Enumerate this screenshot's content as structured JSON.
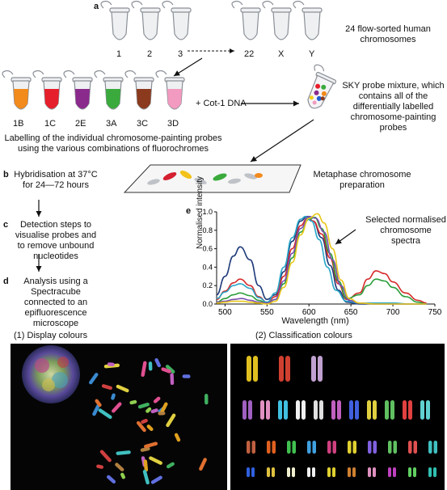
{
  "panel_labels": {
    "a": "a",
    "b": "b",
    "c": "c",
    "d": "d",
    "e": "e"
  },
  "tube_row_top": {
    "labels": [
      "1",
      "2",
      "3",
      "22",
      "X",
      "Y"
    ],
    "caption": "24 flow-sorted human chromosomes"
  },
  "tube_row_probes": {
    "labels": [
      "1B",
      "1C",
      "2E",
      "3A",
      "3C",
      "3D"
    ],
    "colors": [
      "#f28a1c",
      "#e51f2b",
      "#8a2a8c",
      "#3aaa3c",
      "#8b3a1e",
      "#f29ac0"
    ],
    "cot_label": "+ Cot-1 DNA",
    "caption": "Labelling of the individual chromosome-painting probes using the various combinations of fluorochromes"
  },
  "sky_mixture": {
    "caption": "SKY probe mixture, which contains all of the differentially labelled chromosome-painting probes"
  },
  "steps": {
    "b": "Hybridisation at 37°C for 24—72 hours",
    "c": "Detection steps to visualise probes and to remove unbound nucleotides",
    "d": "Analysis using a Spectracube connected to an epifluorescence microscope"
  },
  "metaphase": {
    "caption": "Metaphase chromosome preparation"
  },
  "chart_data": {
    "type": "line",
    "ylabel": "Normalised intensity",
    "xlabel": "Wavelength (nm)",
    "xlim": [
      490,
      750
    ],
    "ylim": [
      0,
      1.0
    ],
    "xticks": [
      500,
      550,
      600,
      650,
      700,
      750
    ],
    "yticks": [
      0,
      0.2,
      0.4,
      0.6,
      0.8,
      1.0
    ],
    "annotation": "Selected normalised chromosome spectra",
    "series": [
      {
        "color": "#1f3a7a",
        "x": [
          490,
          500,
          510,
          518,
          530,
          540,
          550,
          560,
          570,
          580,
          590,
          598,
          605,
          615,
          625,
          635,
          645,
          660,
          680,
          700,
          720,
          740
        ],
        "y": [
          0.1,
          0.3,
          0.52,
          0.62,
          0.48,
          0.2,
          0.05,
          0.1,
          0.35,
          0.68,
          0.9,
          0.95,
          0.9,
          0.72,
          0.42,
          0.15,
          0.02,
          0.0,
          0.0,
          0.0,
          0.0,
          0.0
        ]
      },
      {
        "color": "#d62a2a",
        "x": [
          490,
          500,
          510,
          518,
          530,
          540,
          550,
          560,
          570,
          580,
          590,
          598,
          605,
          615,
          625,
          635,
          645,
          660,
          670,
          680,
          690,
          700,
          715,
          730,
          740
        ],
        "y": [
          0.05,
          0.14,
          0.23,
          0.27,
          0.2,
          0.08,
          0.02,
          0.08,
          0.3,
          0.6,
          0.85,
          0.93,
          0.9,
          0.76,
          0.5,
          0.22,
          0.05,
          0.12,
          0.27,
          0.36,
          0.33,
          0.24,
          0.12,
          0.04,
          0.01
        ]
      },
      {
        "color": "#2a9d3a",
        "x": [
          490,
          500,
          510,
          518,
          530,
          540,
          550,
          560,
          570,
          580,
          590,
          600,
          607,
          615,
          625,
          635,
          645,
          660,
          670,
          680,
          690,
          700,
          715,
          730,
          740
        ],
        "y": [
          0.02,
          0.06,
          0.1,
          0.12,
          0.09,
          0.04,
          0.01,
          0.05,
          0.22,
          0.5,
          0.78,
          0.92,
          0.94,
          0.82,
          0.55,
          0.25,
          0.06,
          0.1,
          0.2,
          0.27,
          0.25,
          0.18,
          0.08,
          0.02,
          0.0
        ]
      },
      {
        "color": "#29a6c8",
        "x": [
          490,
          500,
          510,
          518,
          530,
          540,
          550,
          560,
          570,
          580,
          590,
          596,
          603,
          612,
          622,
          632,
          645,
          660,
          680,
          700,
          720,
          740
        ],
        "y": [
          0.06,
          0.13,
          0.2,
          0.22,
          0.17,
          0.07,
          0.02,
          0.12,
          0.4,
          0.72,
          0.92,
          0.95,
          0.9,
          0.7,
          0.4,
          0.15,
          0.03,
          0.01,
          0.01,
          0.01,
          0.0,
          0.0
        ]
      },
      {
        "color": "#7a4fb0",
        "x": [
          490,
          500,
          510,
          520,
          530,
          540,
          550,
          560,
          570,
          580,
          590,
          600,
          608,
          618,
          628,
          638,
          648,
          660,
          680,
          700,
          720,
          740
        ],
        "y": [
          0.02,
          0.03,
          0.05,
          0.06,
          0.04,
          0.02,
          0.01,
          0.05,
          0.25,
          0.55,
          0.82,
          0.95,
          0.93,
          0.78,
          0.48,
          0.2,
          0.04,
          0.01,
          0.0,
          0.0,
          0.0,
          0.0
        ]
      },
      {
        "color": "#e8c81a",
        "x": [
          490,
          500,
          510,
          520,
          530,
          540,
          550,
          560,
          570,
          580,
          590,
          600,
          610,
          618,
          628,
          638,
          648,
          660,
          680,
          700,
          720,
          740
        ],
        "y": [
          0.01,
          0.02,
          0.03,
          0.03,
          0.02,
          0.01,
          0.0,
          0.03,
          0.18,
          0.45,
          0.75,
          0.93,
          0.98,
          0.88,
          0.6,
          0.26,
          0.06,
          0.01,
          0.0,
          0.0,
          0.0,
          0.0
        ]
      }
    ]
  },
  "photo_left": {
    "title": "(1) Display colours"
  },
  "photo_right": {
    "title": "(2) Classification colours"
  }
}
